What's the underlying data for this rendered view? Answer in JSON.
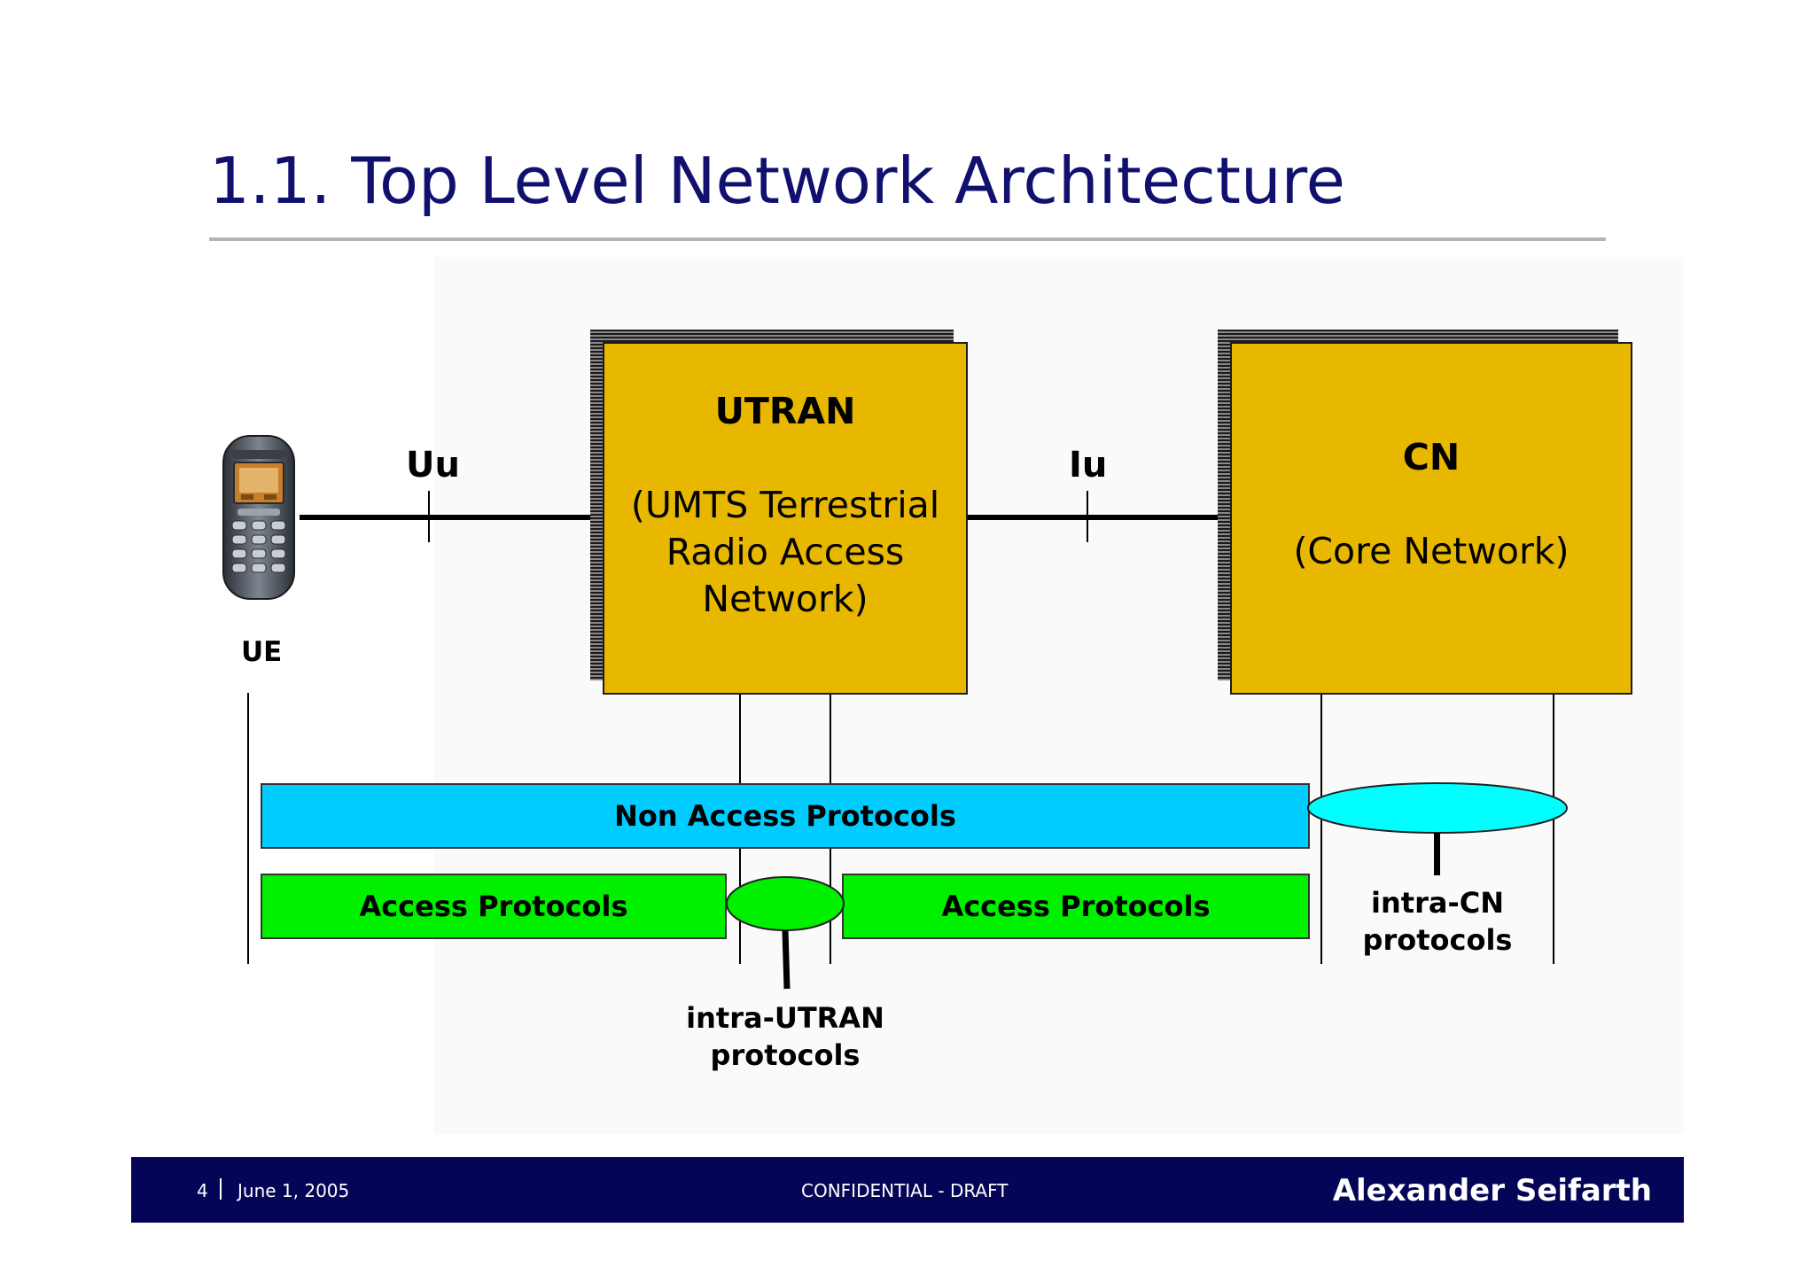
{
  "slide": {
    "title": "1.1. Top Level Network Architecture"
  },
  "diagram": {
    "utran": {
      "title": "UTRAN",
      "line1": "(UMTS Terrestrial",
      "line2": "Radio Access",
      "line3": "Network)"
    },
    "cn": {
      "title": "CN",
      "line1": "(Core Network)"
    },
    "ue_label": "UE",
    "uu_label": "Uu",
    "iu_label": "Iu",
    "non_access_label": "Non Access Protocols",
    "access_left_label": "Access Protocols",
    "access_right_label": "Access Protocols",
    "intra_utran": {
      "line1": "intra-UTRAN",
      "line2": "protocols"
    },
    "intra_cn": {
      "line1": "intra-CN",
      "line2": "protocols"
    },
    "colors": {
      "node_fill": "#e8b800",
      "non_access_fill": "#00ccff",
      "access_fill": "#00f000",
      "intra_cn_fill": "#00ffff",
      "footer_bg": "#050557",
      "title_color": "#10106e"
    }
  },
  "footer": {
    "page_number": "4",
    "date": "June 1, 2005",
    "confidentiality": "CONFIDENTIAL - DRAFT",
    "author": "Alexander Seifarth"
  }
}
